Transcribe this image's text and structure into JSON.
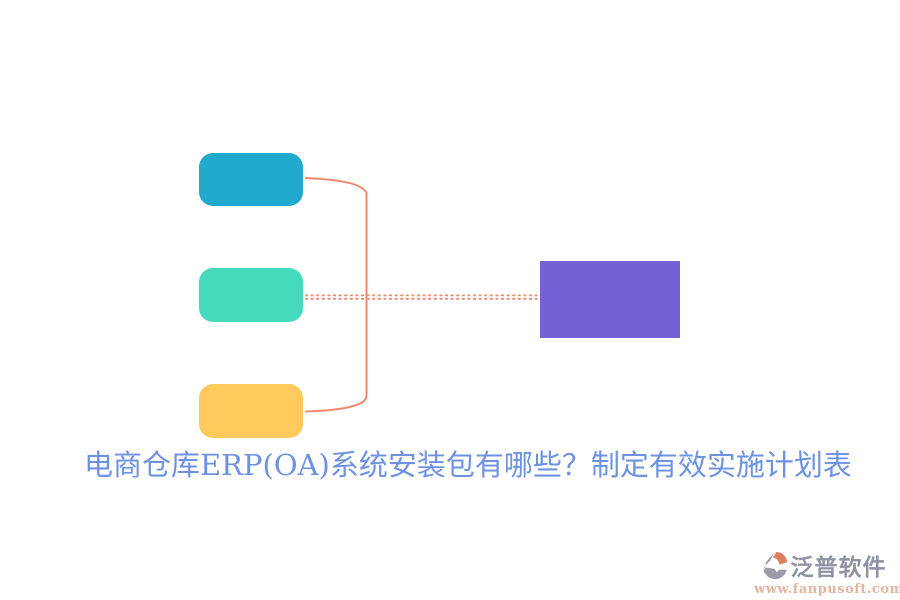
{
  "title": {
    "text": "电商仓库ERP(OA)系统安装包有哪些？制定有效实施计划表"
  },
  "diagram": {
    "type": "flow-graphic",
    "source_nodes": [
      {
        "id": "node-top",
        "label": "",
        "color": "#21aacd"
      },
      {
        "id": "node-middle",
        "label": "",
        "color": "#44dabb"
      },
      {
        "id": "node-bottom",
        "label": "",
        "color": "#fdca5b"
      }
    ],
    "target_node": {
      "id": "node-target",
      "label": "",
      "color": "#7561d5"
    },
    "connector_color": "#ee8a70"
  },
  "watermark": {
    "brand": "泛普软件",
    "url": "www.fanpusoft.com"
  },
  "colors": {
    "node-top": "#21aacd",
    "node-middle": "#44dabb",
    "node-bottom": "#fdca5b",
    "node-target": "#7561d5",
    "connector": "#ee8a70",
    "title": "#6e92e2",
    "brand-text": "#8e93a3",
    "brand-url": "#e2b5a0",
    "logo-gray": "#9b9baa",
    "logo-orange": "#df7f5d"
  }
}
